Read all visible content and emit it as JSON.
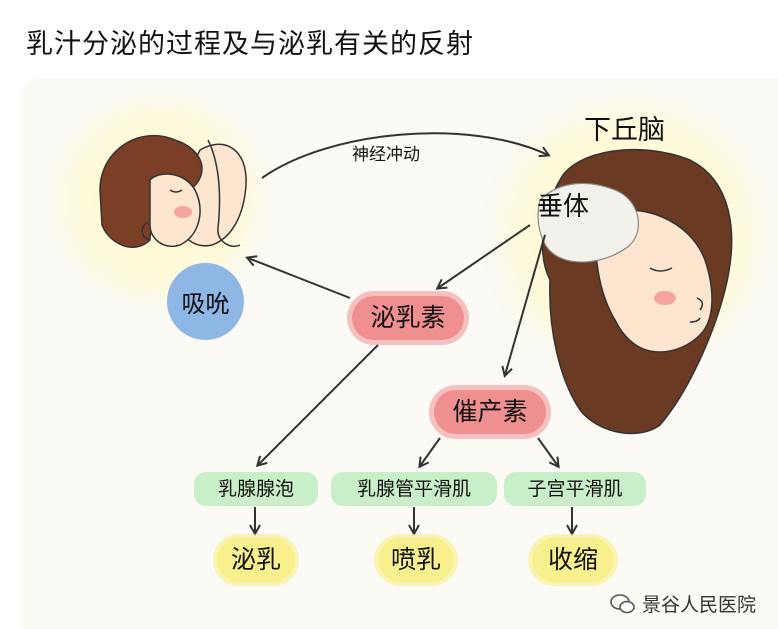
{
  "title": "乳汁分泌的过程及与泌乳有关的反射",
  "labels": {
    "hypothalamus": "下丘脑",
    "pituitary": "垂体",
    "nerve_impulse": "神经冲动",
    "suckling": "吸吮"
  },
  "hormones": {
    "prolactin": "泌乳素",
    "oxytocin": "催产素"
  },
  "targets": [
    "乳腺腺泡",
    "乳腺管平滑肌",
    "子宫平滑肌"
  ],
  "effects": [
    "泌乳",
    "喷乳",
    "收缩"
  ],
  "watermark": "景谷人民医院",
  "colors": {
    "hormone": "#f08f8f",
    "suckling": "#8fb7e6",
    "target": "#c9efc9",
    "effect": "#f7f08c",
    "hair": "#6b3a22"
  }
}
